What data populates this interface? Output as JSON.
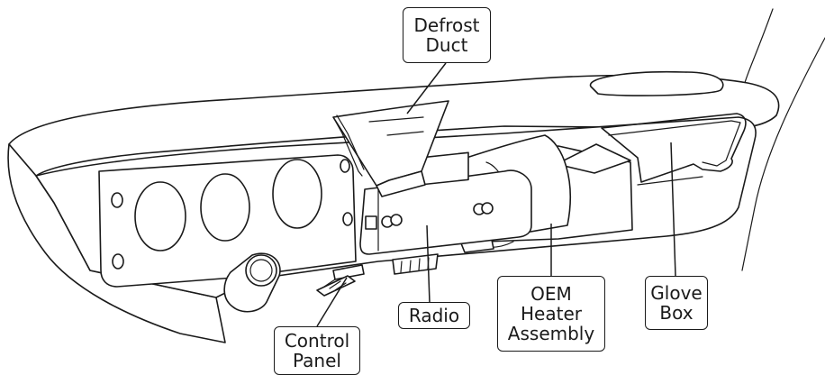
{
  "labels": {
    "defrost_duct": "Defrost\nDuct",
    "radio": "Radio",
    "control_panel": "Control\nPanel",
    "oem_heater_assembly": "OEM\nHeater\nAssembly",
    "glove_box": "Glove\nBox"
  },
  "colors": {
    "line": "#1a1a1a",
    "background": "#ffffff"
  }
}
